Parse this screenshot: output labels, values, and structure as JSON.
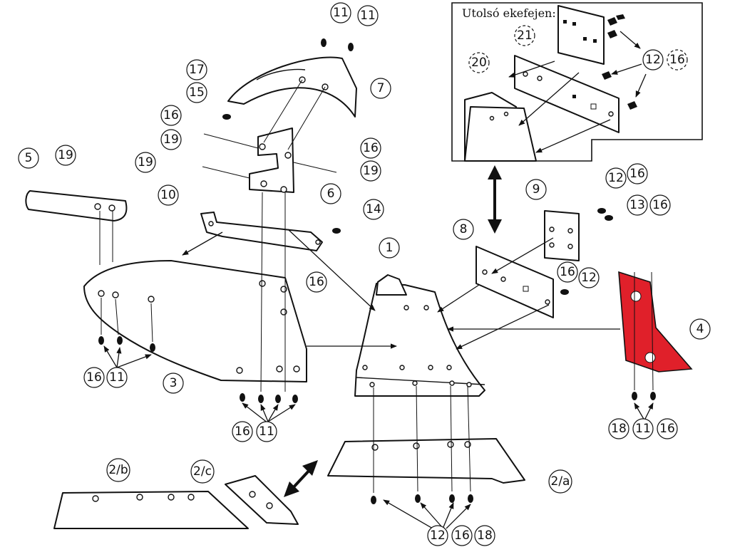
{
  "inset": {
    "caption": "Utolsó ekefejen:"
  },
  "callouts": {
    "c1": "1",
    "c2a": "2/a",
    "c2b": "2/b",
    "c2c": "2/c",
    "c3": "3",
    "c4": "4",
    "c5": "5",
    "c6": "6",
    "c7": "7",
    "c8": "8",
    "c9": "9",
    "c10": "10",
    "c11_top_a": "11",
    "c11_top_b": "11",
    "c11_left": "11",
    "c11_mid": "11",
    "c11_right": "11",
    "c12_a": "12",
    "c12_b": "12",
    "c12_inset": "12",
    "c12_bottom": "12",
    "c13": "13",
    "c14": "14",
    "c15": "15",
    "c16_a": "16",
    "c16_b": "16",
    "c16_c": "16",
    "c16_d": "16",
    "c16_e": "16",
    "c16_f": "16",
    "c16_g": "16",
    "c16_h": "16",
    "c16_inset": "16",
    "c16_right": "16",
    "c16_bottom": "16",
    "c17": "17",
    "c18_right": "18",
    "c18_bottom": "18",
    "c19_a": "19",
    "c19_b": "19",
    "c19_c": "19",
    "c19_d": "19",
    "c20": "20",
    "c21": "21"
  },
  "colors": {
    "highlight": "#e0202a",
    "line": "#111111"
  }
}
